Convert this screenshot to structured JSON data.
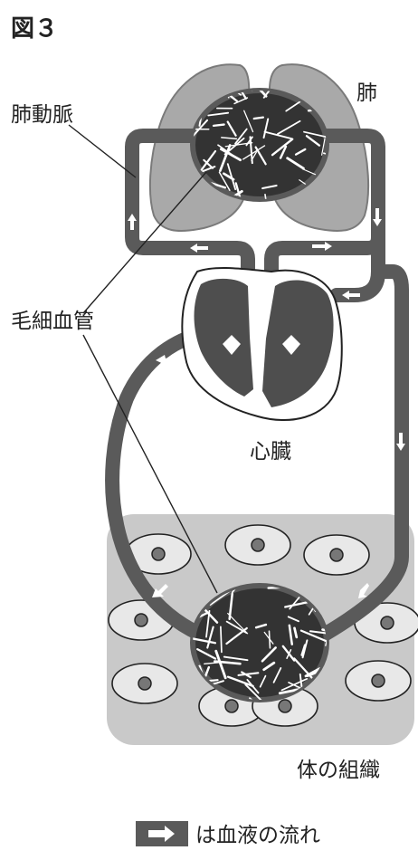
{
  "figure_title": "図３",
  "labels": {
    "lung": "肺",
    "pulmonary_artery": "肺動脈",
    "capillary": "毛細血管",
    "heart": "心臓",
    "body_tissue": "体の組織"
  },
  "legend": {
    "text": "は血液の流れ"
  },
  "colors": {
    "vessel": "#5a5a5a",
    "lung": "#a9a9a9",
    "lung_outline": "#7a7a7a",
    "tissue": "#c9c9c9",
    "heart": "#4e4e4e",
    "cell_nucleus": "#777777",
    "arrow": "#ffffff"
  },
  "icons": {
    "flow_arrow": "white-arrow-on-dark-block",
    "capillary_mesh": "white-cracked-network-on-dark-circle"
  }
}
